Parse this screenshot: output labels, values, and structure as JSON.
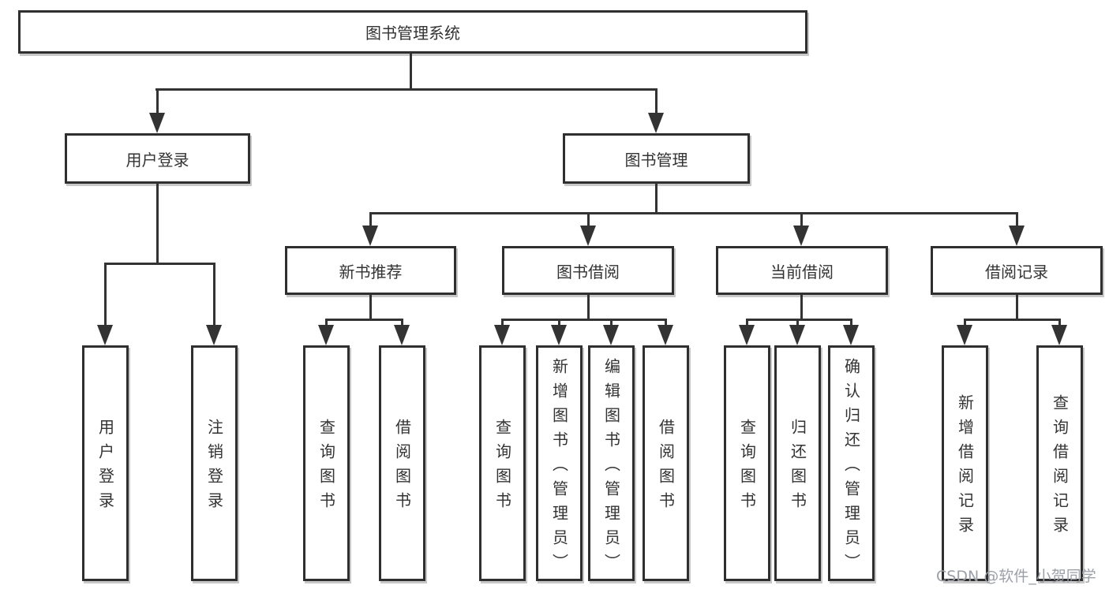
{
  "tree": {
    "root": {
      "label": "图书管理系统"
    },
    "level2": [
      {
        "label": "用户登录",
        "children": [
          "用户登录",
          "注销登录"
        ]
      },
      {
        "label": "图书管理"
      }
    ],
    "level3": [
      {
        "label": "新书推荐",
        "children": [
          "查询图书",
          "借阅图书"
        ]
      },
      {
        "label": "图书借阅",
        "children": [
          "查询图书",
          "新增图书（管理员）",
          "编辑图书（管理员）",
          "借阅图书"
        ]
      },
      {
        "label": "当前借阅",
        "children": [
          "查询图书",
          "归还图书",
          "确认归还（管理员）"
        ]
      },
      {
        "label": "借阅记录",
        "children": [
          "新增借阅记录",
          "查询借阅记录"
        ]
      }
    ]
  },
  "watermark": "CSDN @软件_小贺同学",
  "colors": {
    "line": "#333333",
    "border": "#2f2f2f",
    "text": "#333333",
    "background": "#ffffff",
    "watermark": "#9ba0a8",
    "shadow": "#c8c8c8"
  }
}
